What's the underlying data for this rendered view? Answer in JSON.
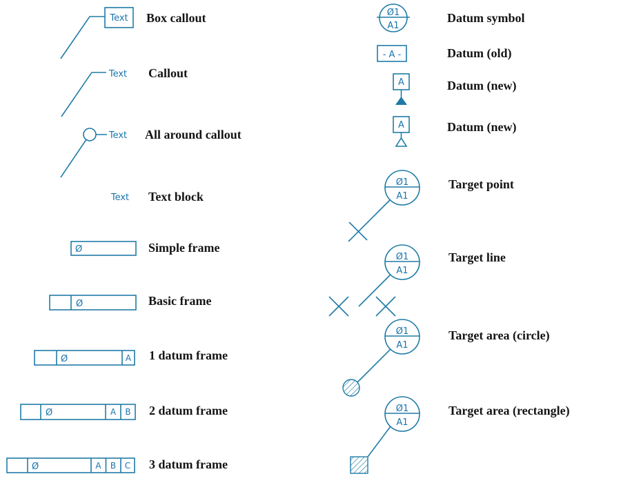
{
  "colors": {
    "accent_stroke": "#1f7ba6",
    "symbol_text": "#1a74ad",
    "label_text": "#141414",
    "background": "#ffffff"
  },
  "left": {
    "box_callout": {
      "label": "Box callout",
      "text": "Text"
    },
    "callout": {
      "label": "Callout",
      "text": "Text"
    },
    "all_around_callout": {
      "label": "All around callout",
      "text": "Text"
    },
    "text_block": {
      "label": "Text block",
      "text": "Text"
    },
    "simple_frame": {
      "label": "Simple frame",
      "diameter": "Ø"
    },
    "basic_frame": {
      "label": "Basic frame",
      "diameter": "Ø"
    },
    "datum1_frame": {
      "label": "1 datum frame",
      "diameter": "Ø",
      "datums": [
        "A"
      ]
    },
    "datum2_frame": {
      "label": "2 datum frame",
      "diameter": "Ø",
      "datums": [
        "A",
        "B"
      ]
    },
    "datum3_frame": {
      "label": "3 datum frame",
      "diameter": "Ø",
      "datums": [
        "A",
        "B",
        "C"
      ]
    }
  },
  "right": {
    "datum_symbol": {
      "label": "Datum symbol",
      "top": "Ø1",
      "bottom": "A1"
    },
    "datum_old": {
      "label": "Datum (old)",
      "text": "- A -"
    },
    "datum_new_filled": {
      "label": "Datum (new)",
      "text": "A"
    },
    "datum_new_open": {
      "label": "Datum (new)",
      "text": "A"
    },
    "target_point": {
      "label": "Target point",
      "top": "Ø1",
      "bottom": "A1"
    },
    "target_line": {
      "label": "Target line",
      "top": "Ø1",
      "bottom": "A1"
    },
    "target_area_circle": {
      "label": "Target area (circle)",
      "top": "Ø1",
      "bottom": "A1"
    },
    "target_area_rectangle": {
      "label": "Target area (rectangle)",
      "top": "Ø1",
      "bottom": "A1"
    }
  }
}
